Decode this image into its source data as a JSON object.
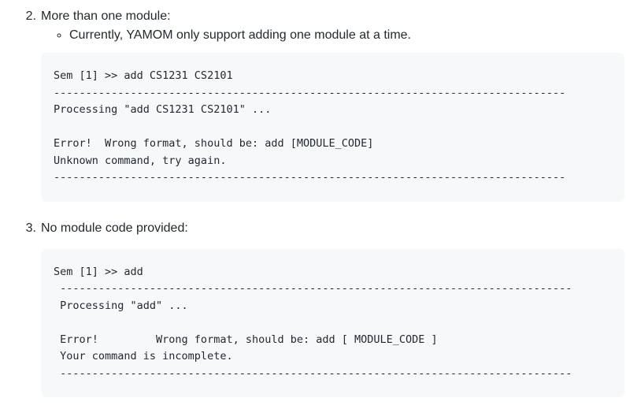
{
  "sections": [
    {
      "number": "2.",
      "title": "More than one module:",
      "note": "Currently, YAMOM only support adding one module at a time.",
      "code": "Sem [1] >> add CS1231 CS2101\n--------------------------------------------------------------------------------\nProcessing \"add CS1231 CS2101\" ...\n\nError!  Wrong format, should be: add [MODULE_CODE]\nUnknown command, try again.\n--------------------------------------------------------------------------------"
    },
    {
      "number": "3.",
      "title": "No module code provided:",
      "code": "Sem [1] >> add\n --------------------------------------------------------------------------------\n Processing \"add\" ...\n\n Error!         Wrong format, should be: add [ MODULE_CODE ]\n Your command is incomplete.\n --------------------------------------------------------------------------------"
    }
  ],
  "colors": {
    "code_background": "#f6f8fa",
    "text": "#24292f"
  }
}
